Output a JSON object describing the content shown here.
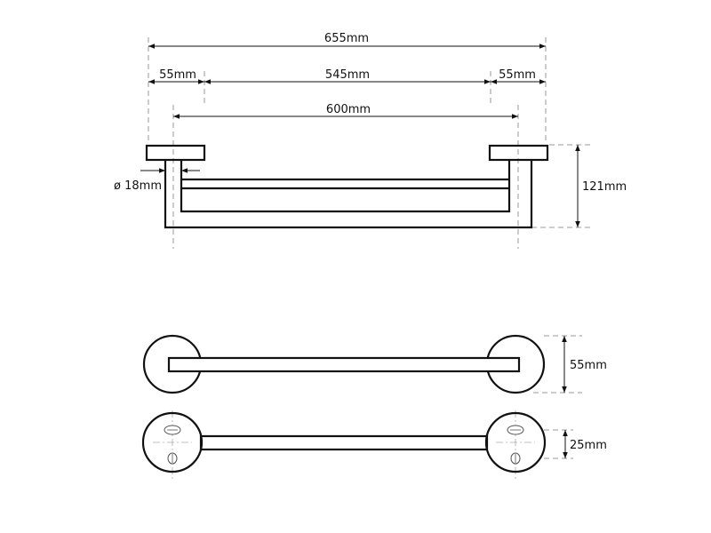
{
  "dimensions": {
    "overall_width": "655mm",
    "left_flange": "55mm",
    "bar_span": "545mm",
    "right_flange": "55mm",
    "center_distance": "600mm",
    "tube_diameter": "ø 18mm",
    "projection": "121mm",
    "flange_diameter": "55mm",
    "mount_depth": "25mm"
  },
  "colors": {
    "line": "#111111",
    "extension": "#999999"
  }
}
